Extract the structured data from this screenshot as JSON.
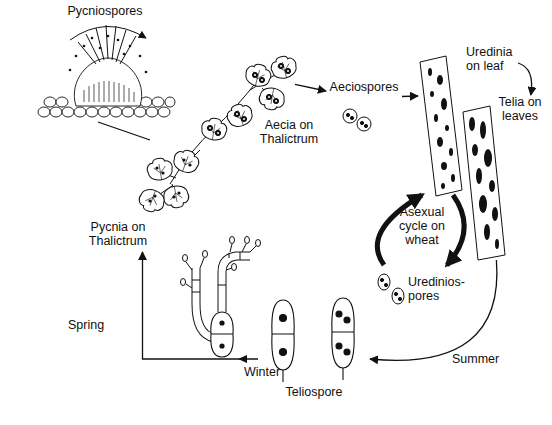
{
  "diagram": {
    "nodes": [
      {
        "text": [
          "Pycniospores"
        ]
      },
      {
        "text": [
          "Pycnia on Thalictrum"
        ]
      },
      {
        "text": [
          "Aecia on Thalictrum"
        ]
      },
      {
        "text": [
          "Aeciospores"
        ]
      },
      {
        "text": [
          "Uredinia on leaf"
        ]
      },
      {
        "text": [
          "Telia on leaves"
        ]
      },
      {
        "text": [
          "Uredinios- pores"
        ]
      },
      {
        "text": [
          "Teliospore"
        ]
      }
    ],
    "edges": [
      {
        "from": 1,
        "to": 0,
        "arrow": "none"
      },
      {
        "from": 2,
        "to": 3,
        "arrow": "to"
      },
      {
        "from": 3,
        "to": 4,
        "arrow": "to"
      },
      {
        "from": 4,
        "to": 5,
        "arrow": "to"
      },
      {
        "from": 5,
        "to": 7,
        "arrow": "to",
        "label": "Summer"
      },
      {
        "from": 7,
        "to": 1,
        "arrow": "to"
      },
      {
        "from": 4,
        "to": 6,
        "arrow": "to"
      },
      {
        "from": 6,
        "to": 4,
        "arrow": "to"
      }
    ],
    "labels": [
      "Asexual cycle on wheat",
      "Winter",
      "Spring"
    ]
  }
}
